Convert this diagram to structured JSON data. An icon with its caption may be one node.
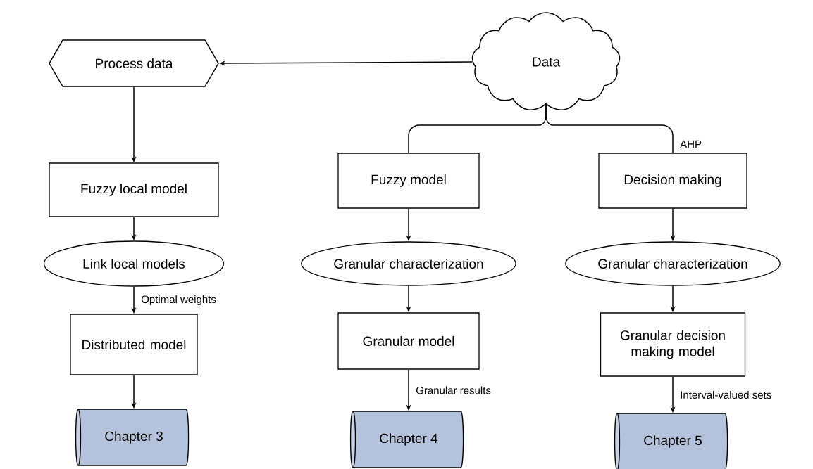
{
  "diagram": {
    "nodes": [
      {
        "text": [
          "Process data"
        ]
      },
      {
        "text": [
          "Data"
        ]
      },
      {
        "text": [
          "Fuzzy local model"
        ]
      },
      {
        "text": [
          "Link local models"
        ]
      },
      {
        "text": [
          "Distributed model"
        ]
      },
      {
        "text": [
          "Chapter 3"
        ]
      },
      {
        "text": [
          "Fuzzy model"
        ]
      },
      {
        "text": [
          "Granular characterization"
        ]
      },
      {
        "text": [
          "Granular model"
        ]
      },
      {
        "text": [
          "Chapter 4"
        ]
      },
      {
        "text": [
          "Decision making"
        ]
      },
      {
        "text": [
          "Granular characterization"
        ]
      },
      {
        "text": [
          "Granular decision making model"
        ]
      },
      {
        "text": [
          "Chapter 5"
        ]
      }
    ],
    "edges": [
      {
        "from": 1,
        "to": 0,
        "arrow": "to"
      },
      {
        "from": 0,
        "to": 2,
        "arrow": "to"
      },
      {
        "from": 2,
        "to": 3,
        "arrow": "to"
      },
      {
        "from": 3,
        "to": 4,
        "arrow": "to",
        "label": "Optimal weights"
      },
      {
        "from": 4,
        "to": 5,
        "arrow": "to"
      },
      {
        "from": 1,
        "to": 6,
        "arrow": "none"
      },
      {
        "from": 1,
        "to": 10,
        "arrow": "none",
        "label": "AHP"
      },
      {
        "from": 6,
        "to": 7,
        "arrow": "to"
      },
      {
        "from": 7,
        "to": 8,
        "arrow": "to"
      },
      {
        "from": 8,
        "to": 9,
        "arrow": "to",
        "label": "Granular results"
      },
      {
        "from": 10,
        "to": 11,
        "arrow": "to"
      },
      {
        "from": 11,
        "to": 12,
        "arrow": "to"
      },
      {
        "from": 12,
        "to": 13,
        "arrow": "to",
        "label": "Interval-valued sets"
      }
    ]
  }
}
